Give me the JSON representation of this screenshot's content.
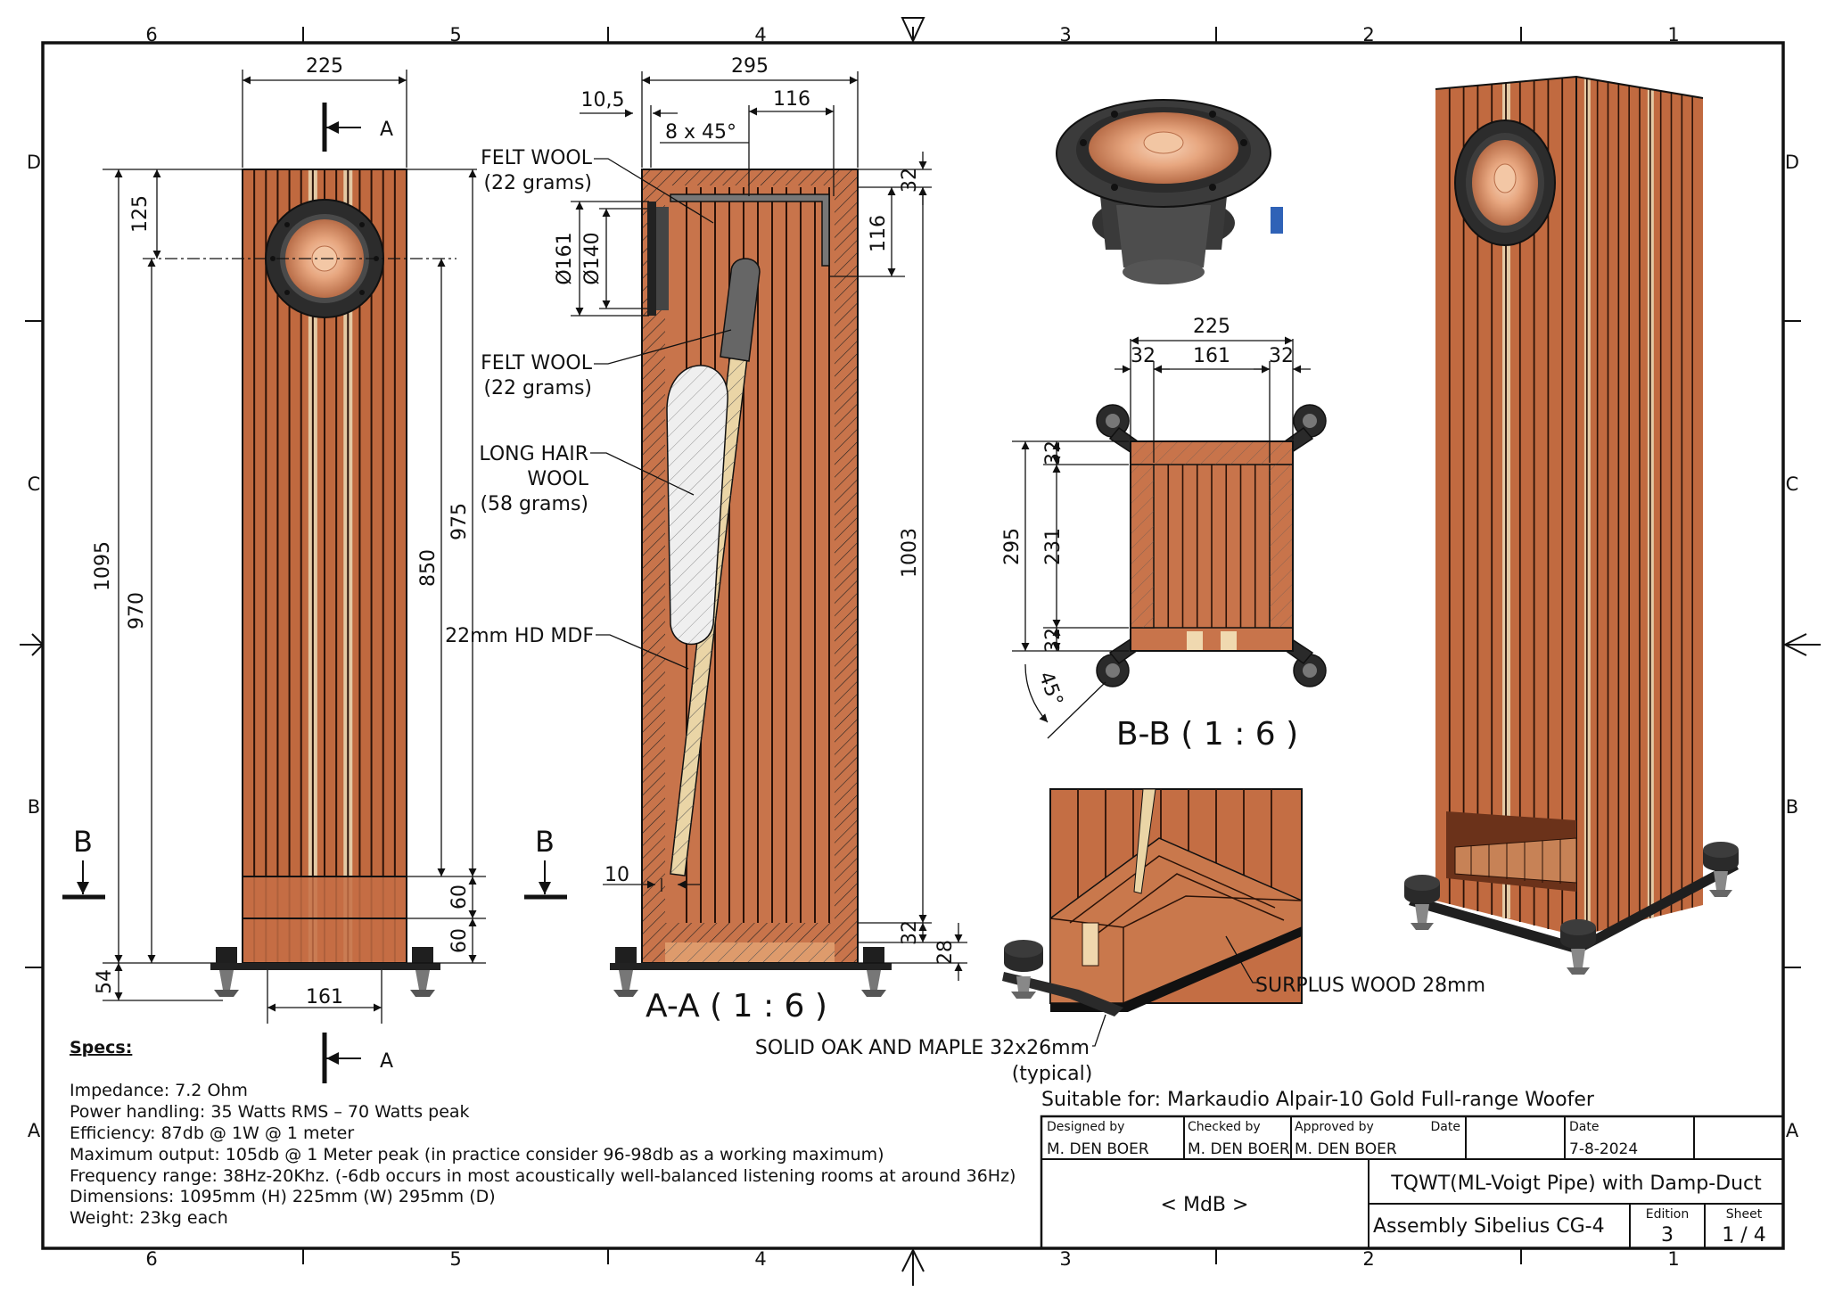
{
  "border": {
    "columns_top": [
      "6",
      "5",
      "4",
      "3",
      "2",
      "1"
    ],
    "columns_bottom": [
      "6",
      "5",
      "4",
      "3",
      "2",
      "1"
    ],
    "rows_left": [
      "D",
      "C",
      "B",
      "A"
    ],
    "rows_right": [
      "D",
      "C",
      "B",
      "A"
    ]
  },
  "front_view": {
    "dims": {
      "width": "225",
      "top_offset": "125",
      "height_total": "1095",
      "driver_to_base": "970",
      "inner_850": "850",
      "inner_975": "975",
      "base_60a": "60",
      "base_60b": "60",
      "foot_54": "54",
      "foot_spacing": "161"
    },
    "section_mark": "A",
    "section_mark_bottom": "A",
    "b_left": "B",
    "b_right": "B"
  },
  "section_aa": {
    "dims": {
      "depth": "295",
      "front": "10,5",
      "chamfer": "8 x 45°",
      "duct": "116",
      "top_32": "32",
      "duct_vertical": "116",
      "d161": "Ø161",
      "d140": "Ø140",
      "height_1003": "1003",
      "bottom_32": "32",
      "bottom_28": "28",
      "gap_10": "10"
    },
    "labels": {
      "felt_wool_1": "FELT WOOL",
      "felt_wool_1_weight": "(22 grams)",
      "felt_wool_2": "FELT WOOL",
      "felt_wool_2_weight": "(22 grams)",
      "long_hair_1": "LONG HAIR",
      "long_hair_2": "WOOL",
      "long_hair_weight": "(58 grams)",
      "mdf": "22mm HD MDF"
    },
    "title": "A-A ( 1 : 6 )"
  },
  "section_bb": {
    "dims": {
      "width": "225",
      "side_l": "32",
      "inner": "161",
      "side_r": "32",
      "depth": "295",
      "front_32": "32",
      "inner_231": "231",
      "back_32": "32",
      "angle": "45°"
    },
    "title": "B-B ( 1 : 6 )"
  },
  "detail": {
    "surplus": "SURPLUS WOOD 28mm",
    "solid": "SOLID OAK AND MAPLE 32x26mm",
    "typical": "(typical)"
  },
  "specs": {
    "heading": "Specs:",
    "lines": [
      "Impedance: 7.2 Ohm",
      "Power handling: 35 Watts RMS – 70 Watts peak",
      "Efficiency: 87db @ 1W @ 1 meter",
      "Maximum output: 105db @ 1 Meter peak (in practice consider 96-98db as a working maximum)",
      "Frequency range: 38Hz-20Khz. (-6db occurs in most acoustically well-balanced listening rooms at around 36Hz)",
      "Dimensions: 1095mm (H) 225mm (W) 295mm (D)",
      "Weight: 23kg each"
    ]
  },
  "title_block": {
    "suitable": "Suitable for: Markaudio Alpair-10 Gold Full-range Woofer",
    "designed_by_label": "Designed by",
    "designed_by": "M. DEN BOER",
    "checked_by_label": "Checked by",
    "checked_by": "M. DEN BOER",
    "approved_by_label": "Approved by",
    "approved_by": "M. DEN BOER",
    "date_label_1": "Date",
    "date_label_2": "Date",
    "date": "7-8-2024",
    "company": "< MdB >",
    "title": "TQWT(ML-Voigt Pipe) with Damp-Duct",
    "subtitle": "Assembly Sibelius CG-4",
    "edition_label": "Edition",
    "edition": "3",
    "sheet_label": "Sheet",
    "sheet": "1 / 4"
  },
  "colors": {
    "wood": "#c9744a",
    "wood_dark": "#a8552f",
    "maple": "#e3c9a4",
    "driver_cone": "#e8b08a",
    "metal": "#2b2b2b"
  }
}
